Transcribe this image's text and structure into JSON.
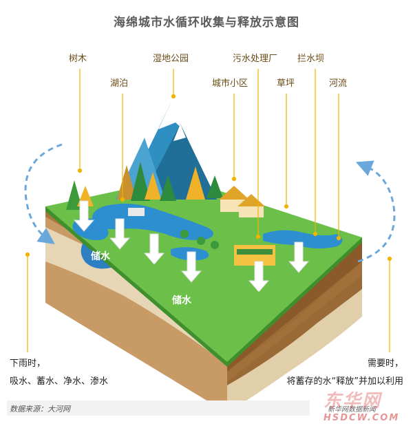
{
  "title": "海绵城市水循环收集与释放示意图",
  "labels": {
    "trees": "树木",
    "wetland_park": "湿地公园",
    "sewage_plant": "污水处理厂",
    "dam": "拦水坝",
    "lake": "湖泊",
    "community": "城市小区",
    "lawn": "草坪",
    "river": "河流"
  },
  "storage": [
    "储水",
    "储水"
  ],
  "notes": {
    "left_line1": "下雨时，",
    "left_line2": "吸水、蓄水、净水、渗水",
    "right_line1": "需要时，",
    "right_line2": "将蓄存的水“释放”并加以利用"
  },
  "source": "数据来源：大河网",
  "credit": "新华网数据新闻",
  "watermark": {
    "cn": "东华网",
    "en": "HSDCW.COM"
  },
  "colors": {
    "grass": "#6cc04a",
    "water": "#2e8fd0",
    "soil_dark": "#8c5a2b",
    "soil_light": "#e3d3b2",
    "guide_line": "#f1b400",
    "arrow_blue": "#6aa7dc"
  },
  "icons": [
    "rain-arrow-icon",
    "cycle-arrow-icon"
  ]
}
